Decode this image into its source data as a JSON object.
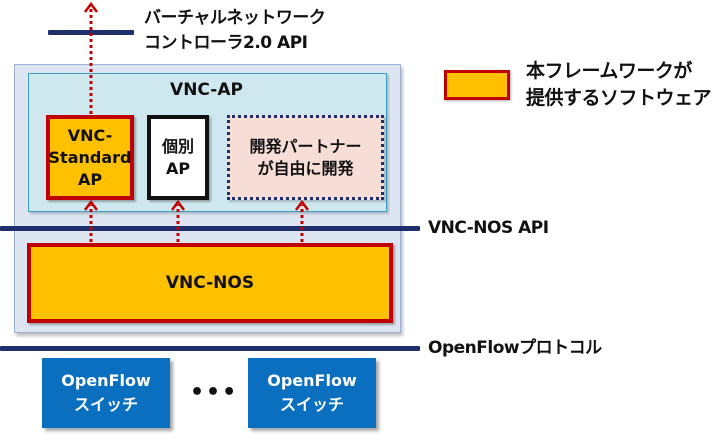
{
  "diagram": {
    "top_api_label": "バーチャルネットワーク\nコントローラ2.0 API",
    "vnc_ap": {
      "title": "VNC-AP",
      "boxes": [
        {
          "label": "VNC-\nStandard\nAP",
          "provided_by_framework": true
        },
        {
          "label": "個別\nAP",
          "provided_by_framework": false
        },
        {
          "label": "開発パートナー\nが自由に開発",
          "provided_by_framework": false
        }
      ]
    },
    "vnc_nos_api_label": "VNC-NOS API",
    "vnc_nos": {
      "label": "VNC-NOS",
      "provided_by_framework": true
    },
    "openflow_protocol_label": "OpenFlowプロトコル",
    "switches": [
      {
        "label": "OpenFlow\nスイッチ"
      },
      {
        "label": "OpenFlow\nスイッチ"
      }
    ],
    "ellipsis": "•••",
    "legend": {
      "label": "本フレームワークが\n提供するソフトウェア",
      "swatch_fill": "#ffc000",
      "swatch_border": "#c00000"
    },
    "colors": {
      "api_line": "#1f2f6b",
      "arrow": "#c00000",
      "switch_fill": "#0b6fc0",
      "ap_panel": "#cfe8f0",
      "outer_panel": "#dde5f2"
    }
  }
}
